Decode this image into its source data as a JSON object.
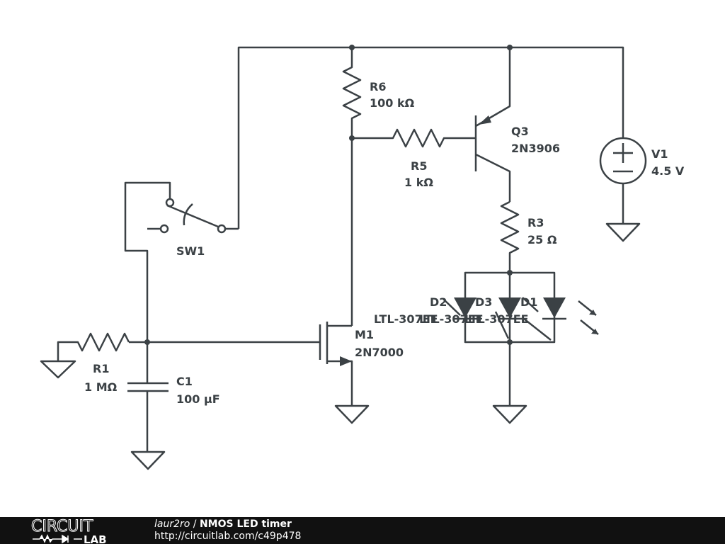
{
  "colors": {
    "wire": "#3b4145",
    "footer_bg": "#111111",
    "footer_text": "#ffffff"
  },
  "components": {
    "R6": {
      "name": "R6",
      "value": "100 kΩ"
    },
    "R5": {
      "name": "R5",
      "value": "1 kΩ"
    },
    "R3": {
      "name": "R3",
      "value": "25 Ω"
    },
    "R1": {
      "name": "R1",
      "value": "1 MΩ"
    },
    "C1": {
      "name": "C1",
      "value": "100 µF"
    },
    "Q3": {
      "name": "Q3",
      "value": "2N3906"
    },
    "M1": {
      "name": "M1",
      "value": "2N7000"
    },
    "V1": {
      "name": "V1",
      "value": "4.5 V"
    },
    "SW1": {
      "name": "SW1"
    },
    "D1": {
      "name": "D1",
      "value": "LTL-307EE"
    },
    "D2": {
      "name": "D2",
      "value": "LTL-307EE"
    },
    "D3": {
      "name": "D3",
      "value": "LTL-307EE"
    }
  },
  "footer": {
    "logo_top": "CIRCUIT",
    "logo_bottom": "LAB",
    "author": "laur2ro",
    "separator": " / ",
    "title": "NMOS LED timer",
    "url": "http://circuitlab.com/c49p478"
  }
}
